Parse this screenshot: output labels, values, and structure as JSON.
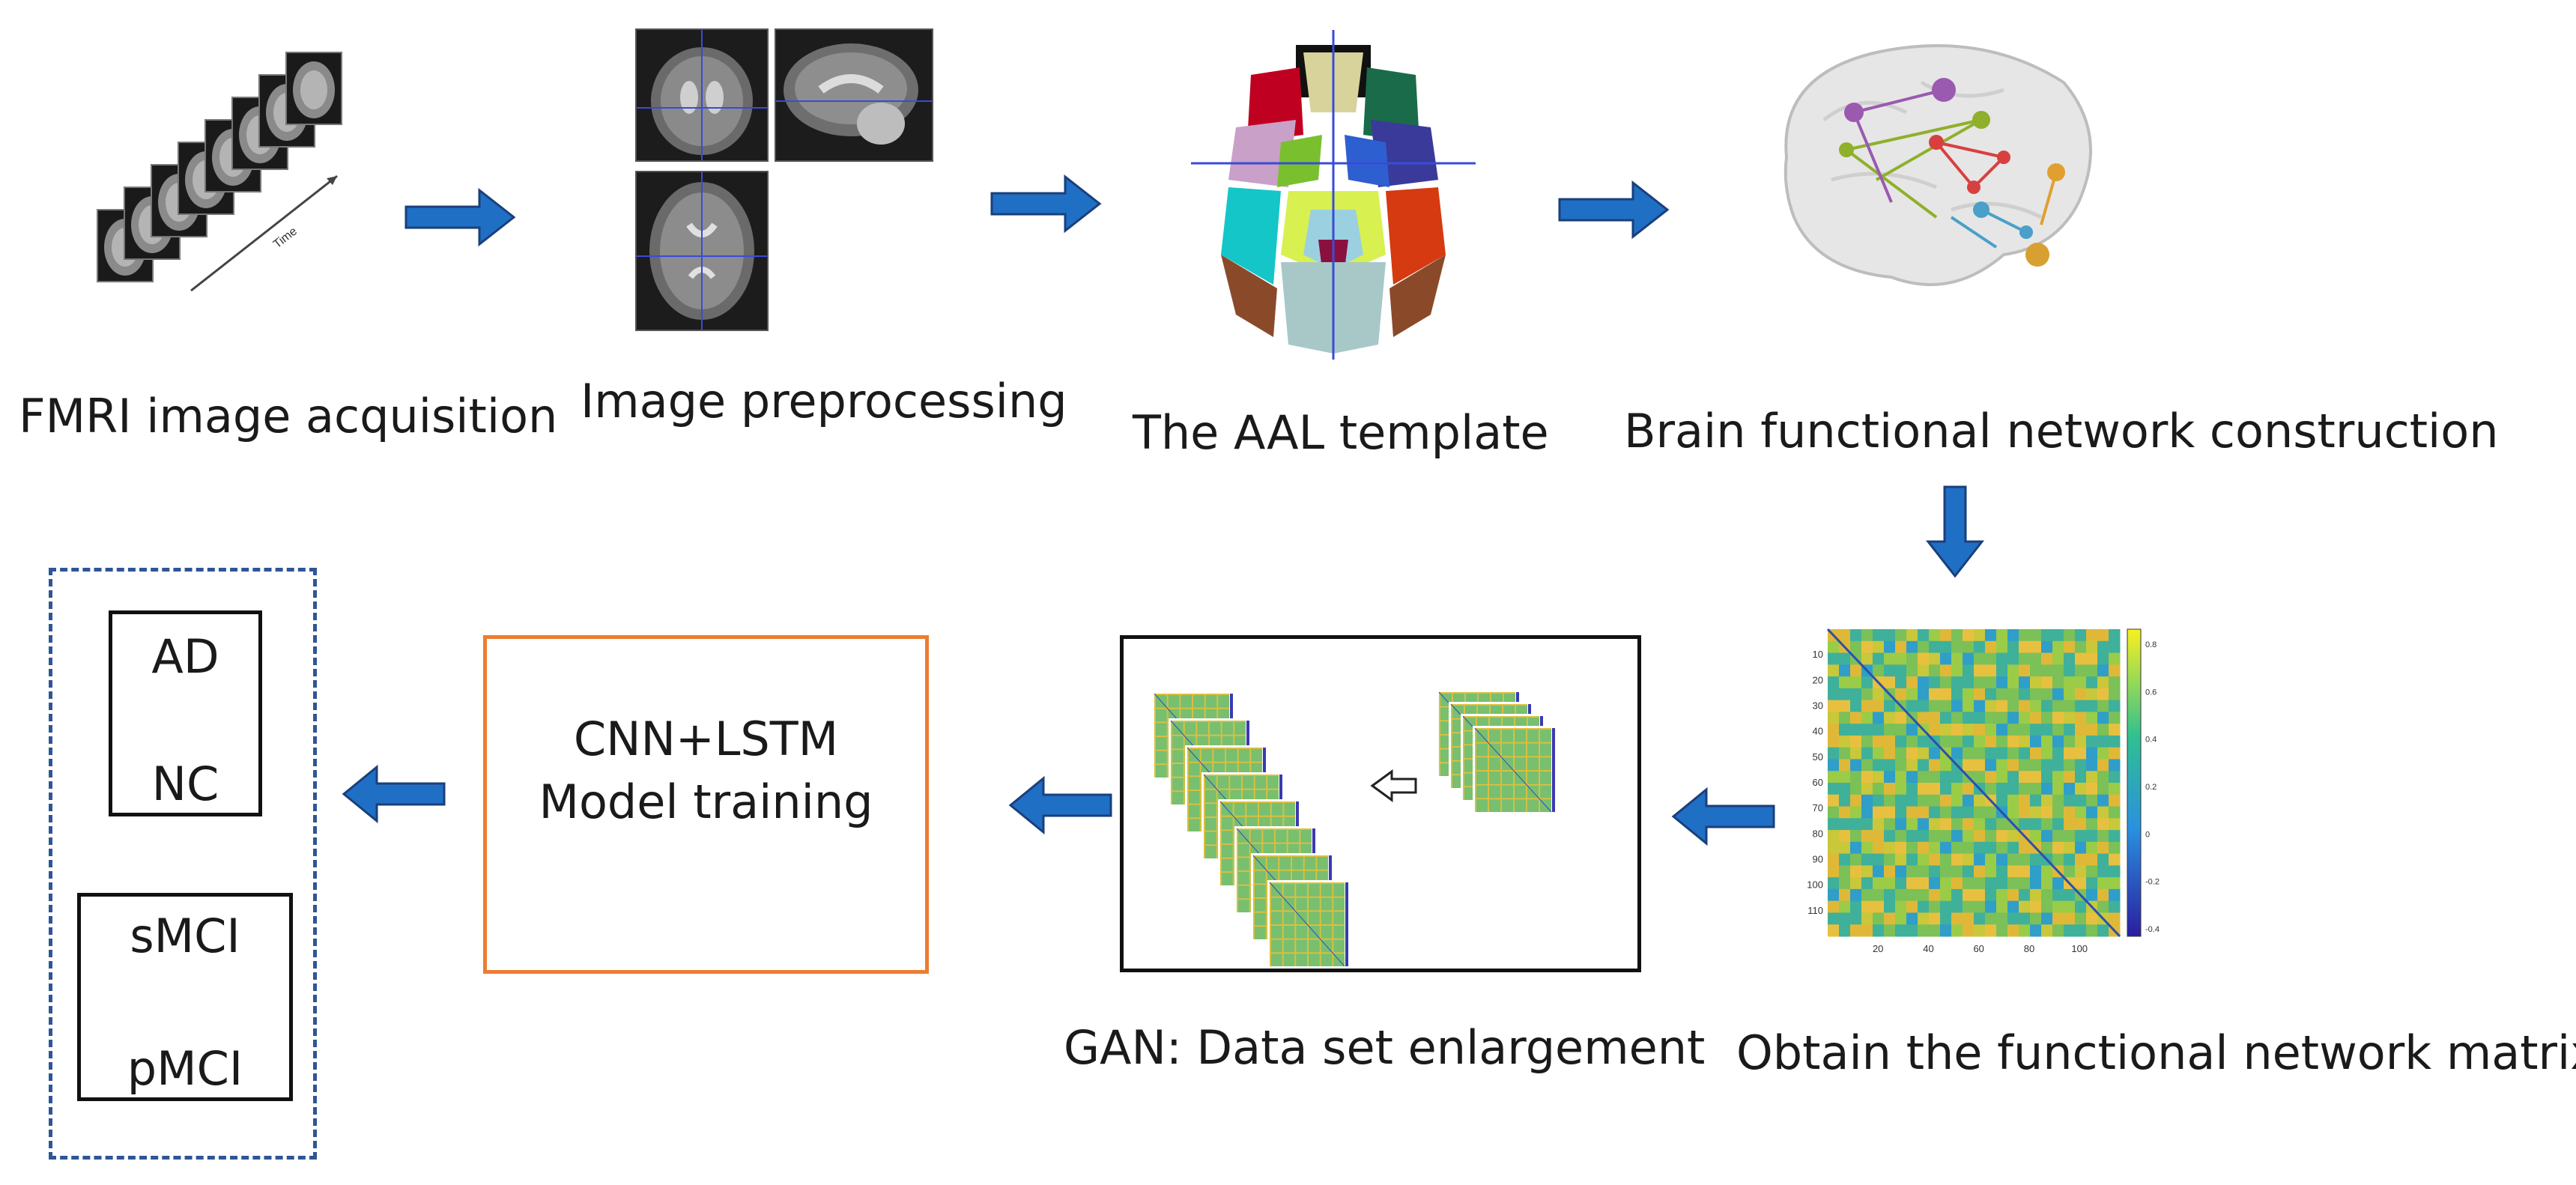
{
  "steps": {
    "acquisition": "FMRI image acquisition",
    "acquisition_axis": "Time",
    "preprocessing": "Image preprocessing",
    "aal": "The AAL template",
    "network": "Brain functional network construction",
    "matrix": "Obtain the functional network matrix",
    "gan": "GAN: Data set enlargement",
    "model_line1": "CNN+LSTM",
    "model_line2": "Model training"
  },
  "outputs": {
    "group1": [
      "AD",
      "NC"
    ],
    "group2": [
      "sMCI",
      "pMCI"
    ]
  },
  "matrix_axes": {
    "y_ticks": [
      "10",
      "20",
      "30",
      "40",
      "50",
      "60",
      "70",
      "80",
      "90",
      "100",
      "110"
    ],
    "x_ticks": [
      "20",
      "40",
      "60",
      "80",
      "100"
    ],
    "colorbar_ticks": [
      "0.8",
      "0.6",
      "0.4",
      "0.2",
      "0",
      "-0.2",
      "-0.4"
    ]
  },
  "colors": {
    "arrow_fill": "#1f6fc5",
    "arrow_stroke": "#1a3f7a",
    "model_border": "#ed7d31",
    "output_dashed": "#2f5597"
  }
}
